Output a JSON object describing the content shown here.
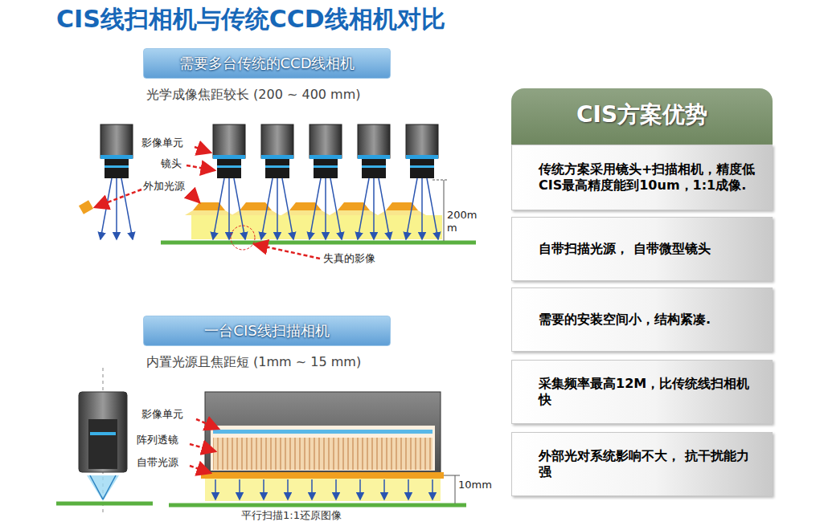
{
  "diagram": {
    "title": "CIS线扫相机与传统CCD线相机对比",
    "nodes": [
      {
        "text": [
          "需要多台传统的CCD线相机"
        ]
      },
      {
        "text": [
          "一台CIS线扫描相机"
        ]
      },
      {
        "text": [
          "CIS方案优势"
        ]
      },
      {
        "text": [
          "传统方案采用镜头+扫描相机，精度低",
          "CIS最高精度能到10um，1:1成像."
        ]
      },
      {
        "text": [
          "自带扫描光源， 自带微型镜头"
        ]
      },
      {
        "text": [
          "需要的安装空间小，结构紧凑."
        ]
      },
      {
        "text": [
          "采集频率最高12M，比传统线扫相机快"
        ]
      },
      {
        "text": [
          "外部光对系统影响不大， 抗干扰能力强"
        ]
      }
    ],
    "labels": [
      "光学成像焦距较长 (200 ~ 400 mm)",
      "影像单元",
      "镜头",
      "外加光源",
      "200m m",
      "失真的影像",
      "内置光源且焦距短 (1mm ~ 15 mm)",
      "影像单元",
      "阵列透镜",
      "自带光源",
      "10mm",
      "平行扫描1:1还原图像"
    ]
  }
}
